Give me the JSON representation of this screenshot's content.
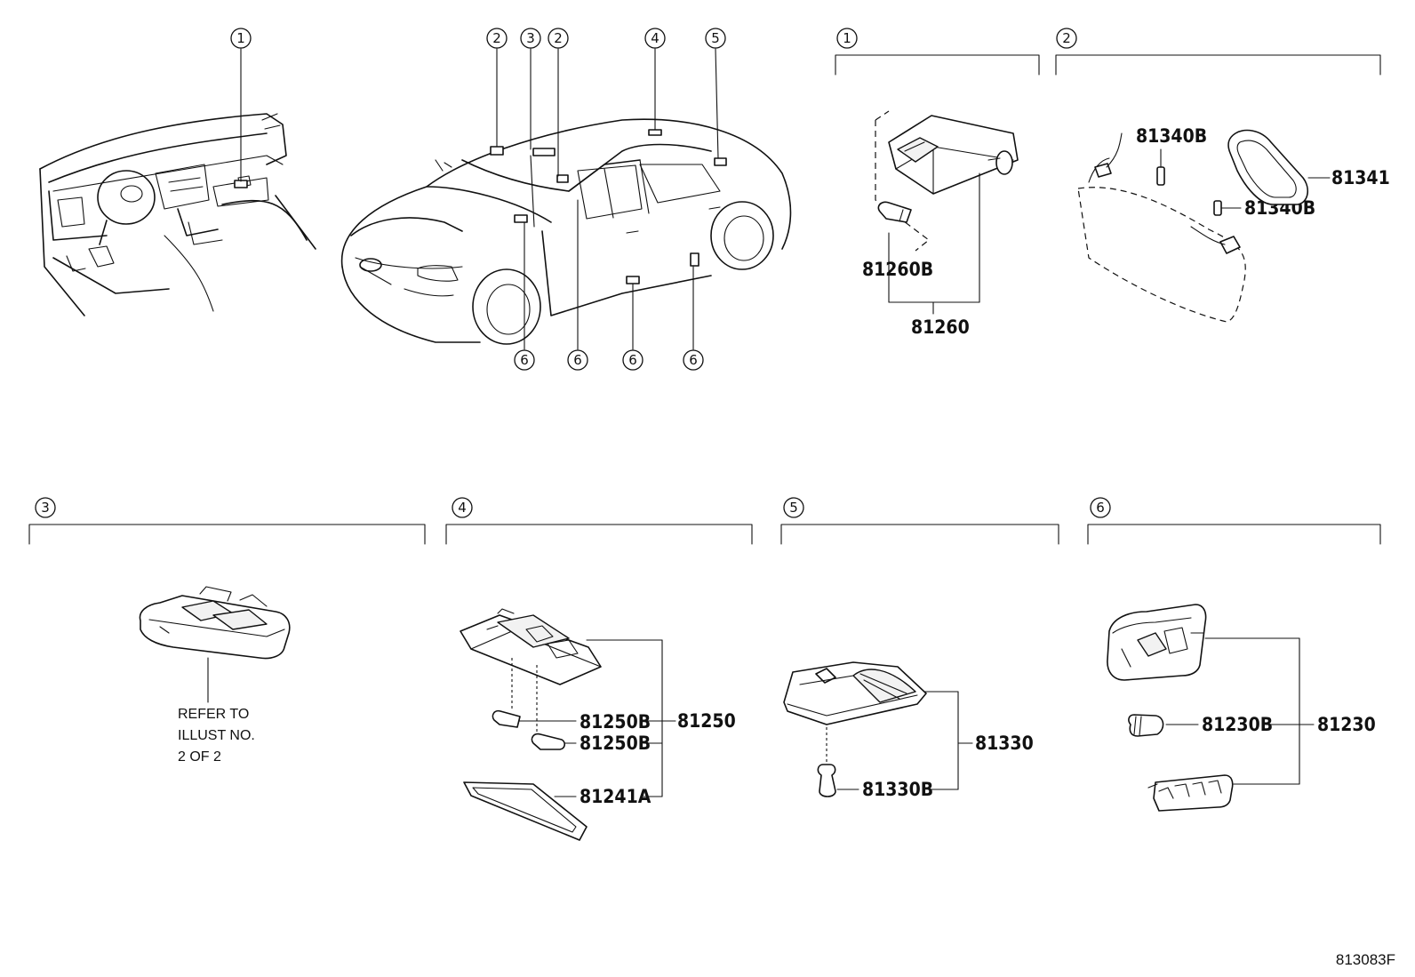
{
  "callouts": {
    "dash_1": "1",
    "car_2a": "2",
    "car_3": "3",
    "car_2b": "2",
    "car_4": "4",
    "car_5": "5",
    "car_6a": "6",
    "car_6b": "6",
    "car_6c": "6",
    "car_6d": "6",
    "sec_1": "1",
    "sec_2": "2",
    "sec_3": "3",
    "sec_4": "4",
    "sec_5": "5",
    "sec_6": "6"
  },
  "section1": {
    "p_81260B": "81260B",
    "p_81260": "81260"
  },
  "section2": {
    "p_81340B_a": "81340B",
    "p_81340B_b": "81340B",
    "p_81341": "81341"
  },
  "section3": {
    "note_line1": "REFER TO",
    "note_line2": "ILLUST NO.",
    "note_line3": "2 OF 2"
  },
  "section4": {
    "p_81250B_a": "81250B",
    "p_81250B_b": "81250B",
    "p_81250": "81250",
    "p_81241A": "81241A"
  },
  "section5": {
    "p_81330": "81330",
    "p_81330B": "81330B"
  },
  "section6": {
    "p_81230B": "81230B",
    "p_81230": "81230"
  },
  "illustration_number": "813083F"
}
